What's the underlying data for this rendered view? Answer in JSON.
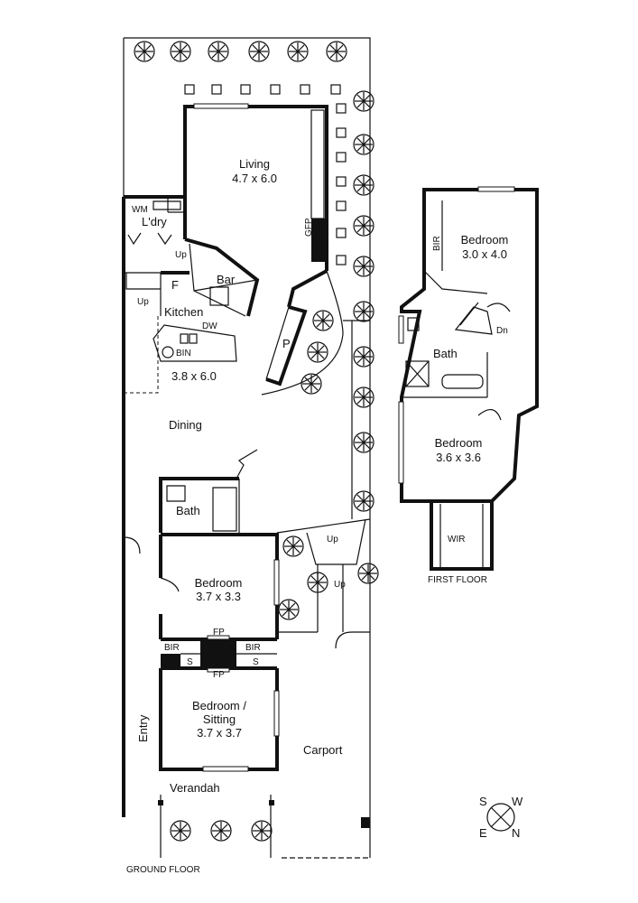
{
  "ground_floor": {
    "title": "GROUND FLOOR",
    "rooms": {
      "living": {
        "name": "Living",
        "size": "4.7 x 6.0"
      },
      "laundry": {
        "name": "L'dry",
        "wm": "WM"
      },
      "gfp": "GFP",
      "stairs_up_1": "Up",
      "stairs_up_2": "Up",
      "bar": "Bar",
      "fridge": "F",
      "kitchen": {
        "name": "Kitchen",
        "dw": "DW",
        "bin": "BIN",
        "size": "3.8 x 6.0"
      },
      "pantry": "P",
      "dining": "Dining",
      "bath": "Bath",
      "bedroom1": {
        "name": "Bedroom",
        "size": "3.7 x 3.3"
      },
      "fp_top": "FP",
      "fp_bottom": "FP",
      "bir_left": "BIR",
      "bir_right": "BIR",
      "s_left": "S",
      "s_right": "S",
      "bedroom2": {
        "name_line1": "Bedroom /",
        "name_line2": "Sitting",
        "size": "3.7 x 3.7"
      },
      "entry": "Entry",
      "verandah": "Verandah",
      "carport": "Carport",
      "path_up_1": "Up",
      "path_up_2": "Up"
    }
  },
  "first_floor": {
    "title": "FIRST FLOOR",
    "rooms": {
      "bir": "BIR",
      "bedroom1": {
        "name": "Bedroom",
        "size": "3.0 x 4.0"
      },
      "dn": "Dn",
      "bath": "Bath",
      "bedroom2": {
        "name": "Bedroom",
        "size": "3.6 x 3.6"
      },
      "wir": "WIR"
    }
  },
  "compass": {
    "s": "S",
    "w": "W",
    "e": "E",
    "n": "N"
  }
}
